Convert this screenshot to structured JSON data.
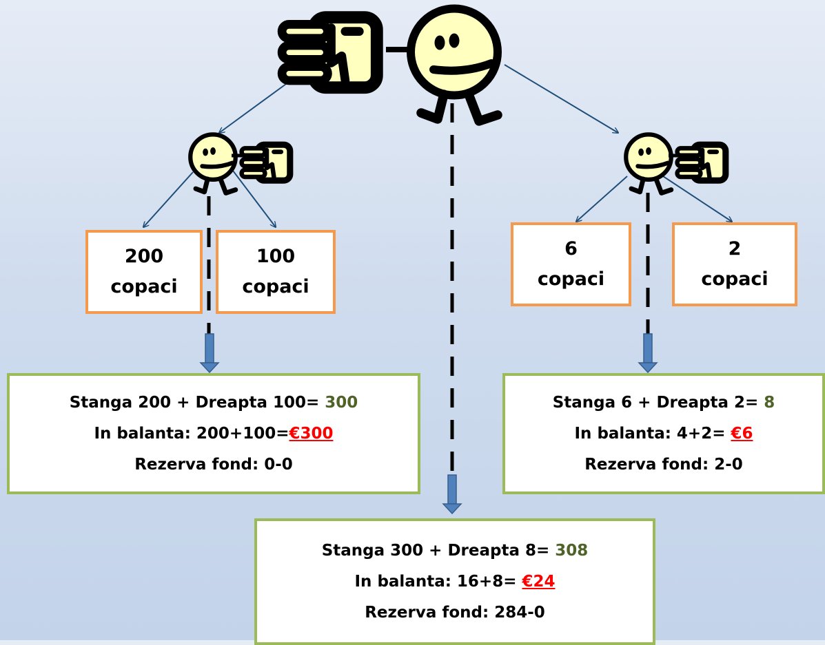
{
  "colors": {
    "tree_box_border": "#f59a4d",
    "sum_box_border": "#9bbb59",
    "sum_value": "#4f6228",
    "balance_value": "#ff0000",
    "character_fill": "#ffffc0",
    "arrow": "#1f4e79",
    "down_arrow": "#4f81bd"
  },
  "icons": [
    "pointing-hand-icon",
    "stick-figure-icon"
  ],
  "tree_boxes": {
    "left_a": {
      "value": "200",
      "unit": "copaci"
    },
    "left_b": {
      "value": "100",
      "unit": "copaci"
    },
    "right_a": {
      "value": "6",
      "unit": "copaci"
    },
    "right_b": {
      "value": "2",
      "unit": "copaci"
    }
  },
  "summaries": {
    "left": {
      "sum_prefix": "Stanga 200 + Dreapta 100= ",
      "sum_value": "300",
      "balance_prefix": "In balanta: 200+100=",
      "balance_value": "€300",
      "reserve": "Rezerva fond: 0-0"
    },
    "right": {
      "sum_prefix": "Stanga 6 + Dreapta 2= ",
      "sum_value": "8",
      "balance_prefix": "In balanta: 4+2= ",
      "balance_value": "€6",
      "reserve": "Rezerva fond: 2-0"
    },
    "bottom": {
      "sum_prefix": "Stanga 300 + Dreapta 8= ",
      "sum_value": "308",
      "balance_prefix": "In balanta: 16+8= ",
      "balance_value": "€24",
      "reserve": "Rezerva fond: 284-0"
    }
  }
}
